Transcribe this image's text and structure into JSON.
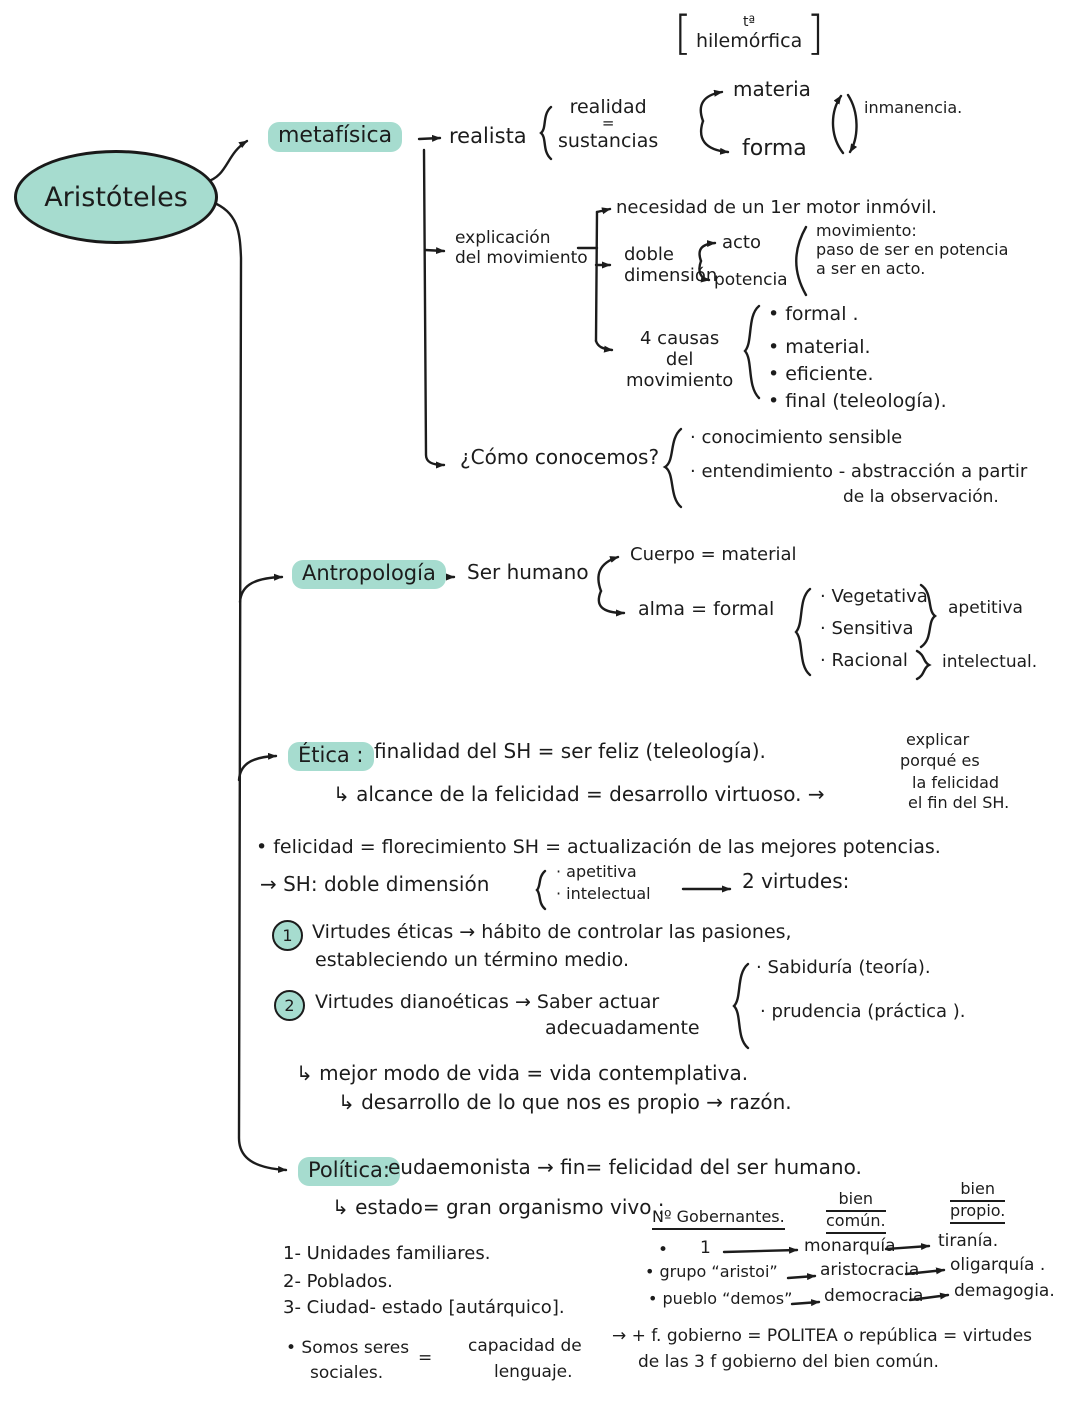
{
  "title_node": "Aristóteles",
  "theory": {
    "open": "[",
    "sup": "tª",
    "name": "hilemórfica",
    "close": "]"
  },
  "metafisica": {
    "label": "metafísica",
    "realista": "realista",
    "realidad": "realidad",
    "igual": "=",
    "sustancias": "sustancias",
    "materia": "materia",
    "forma": "forma",
    "inmanencia": "inmanencia.",
    "explicacion_l1": "explicación",
    "explicacion_l2": "del movimiento",
    "motor": "necesidad de un 1er motor inmóvil.",
    "doble_l1": "doble",
    "doble_l2": "dimensión",
    "acto": "acto",
    "potencia": "potencia",
    "mov_l1": "movimiento:",
    "mov_l2": "paso de ser en potencia",
    "mov_l3": "a ser en acto.",
    "causas_l1": "4 causas",
    "causas_l2": "del",
    "causas_l3": "movimiento",
    "causas_items": [
      "• formal .",
      "• material.",
      "• eficiente.",
      "• final (teleología)."
    ],
    "conocemos": "¿Cómo conocemos?",
    "conocemos_i1": "· conocimiento sensible",
    "conocemos_i2": "· entendimiento - abstracción a partir",
    "conocemos_i3": "de la observación."
  },
  "antropologia": {
    "label": "Antropología",
    "ser_humano": "Ser humano",
    "cuerpo": "Cuerpo = material",
    "alma": "alma = formal",
    "tipo1": "· Vegetativa",
    "tipo2": "· Sensitiva",
    "tipo3": "· Racional",
    "apetitiva": "apetitiva",
    "intelectual": "intelectual."
  },
  "etica": {
    "label": "Ética :",
    "finalidad": "finalidad del SH = ser feliz (teleología).",
    "alcance": "↳ alcance de la felicidad = desarrollo virtuoso. →",
    "explicar_l1": "explicar",
    "explicar_l2": "porqué es",
    "explicar_l3": "la felicidad",
    "explicar_l4": "el fin del SH.",
    "felicidad": "• felicidad = florecimiento SH = actualización de las mejores potencias.",
    "sh_doble": "→ SH: doble dimensión",
    "dim1": "· apetitiva",
    "dim2": "· intelectual",
    "dos_virtudes": "2 virtudes:",
    "v1_num": "1",
    "v1_text": "Virtudes éticas → hábito de controlar las pasiones,",
    "v1_cont": "estableciendo un término medio.",
    "v2_num": "2",
    "v2_text": "Virtudes dianoéticas → Saber actuar",
    "v2_cont": "adecuadamente",
    "v2_i1": "· Sabiduría (teoría).",
    "v2_i2": "· prudencia (práctica ).",
    "mejor": "↳ mejor modo de vida = vida contemplativa.",
    "desarrollo": "↳ desarrollo de lo que nos es propio → razón."
  },
  "politica": {
    "label": "Política:",
    "eudaemonista": "eudaemonista → fin= felicidad del ser humano.",
    "estado": "↳ estado= gran organismo vivo :",
    "nivel1": "1- Unidades familiares.",
    "nivel2": "2- Poblados.",
    "nivel3": "3- Ciudad- estado [autárquico].",
    "tabla": {
      "h1": "Nº Gobernantes.",
      "h2a": "bien",
      "h2b": "común.",
      "h3a": "bien",
      "h3b": "propio.",
      "r1_b": "•",
      "r1_c1": "1",
      "r1_c2": "monarquía",
      "r1_c3": "tiranía.",
      "r2_c1": "• grupo “aristoi”",
      "r2_c2": "aristocracia",
      "r2_c3": "oligarquía .",
      "r3_c1": "• pueblo “demos”",
      "r3_c2": "democracia",
      "r3_c3": "demagogia."
    },
    "sociales_l1": "• Somos seres",
    "sociales_l2": "sociales.",
    "sociales_eq": "=",
    "sociales_r1": "capacidad de",
    "sociales_r2": "lenguaje.",
    "politea_l1": "→ + f. gobierno = POLITEA o república = virtudes",
    "politea_l2": "de las 3 f gobierno del bien común."
  },
  "colors": {
    "highlight": "#a6dccf",
    "ink": "#1c1c1c"
  }
}
